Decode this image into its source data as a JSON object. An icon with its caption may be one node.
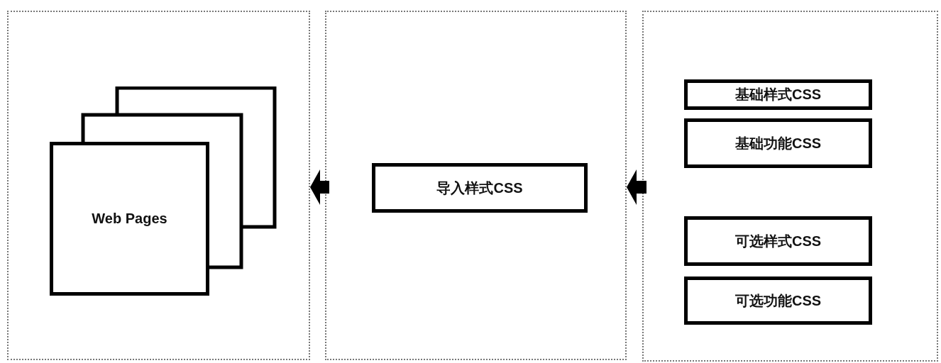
{
  "diagram": {
    "nodes": [
      {
        "text": [],
        "shape": "box"
      },
      {
        "text": [],
        "shape": "box"
      },
      {
        "text": [],
        "shape": "box"
      },
      {
        "text": [
          "Web Pages"
        ],
        "in": 0
      },
      {
        "text": [
          "导入样式CSS"
        ],
        "in": 1
      },
      {
        "text": [
          "基础样式CSS"
        ],
        "in": 2
      },
      {
        "text": [
          "基础功能CSS"
        ],
        "in": 2
      },
      {
        "text": [
          "可选样式CSS"
        ],
        "in": 2
      },
      {
        "text": [
          "可选功能CSS"
        ],
        "in": 2
      }
    ],
    "edges": [
      {
        "from": 2,
        "to": 1,
        "arrow": "to"
      },
      {
        "from": 1,
        "to": 0,
        "arrow": "to"
      }
    ]
  }
}
